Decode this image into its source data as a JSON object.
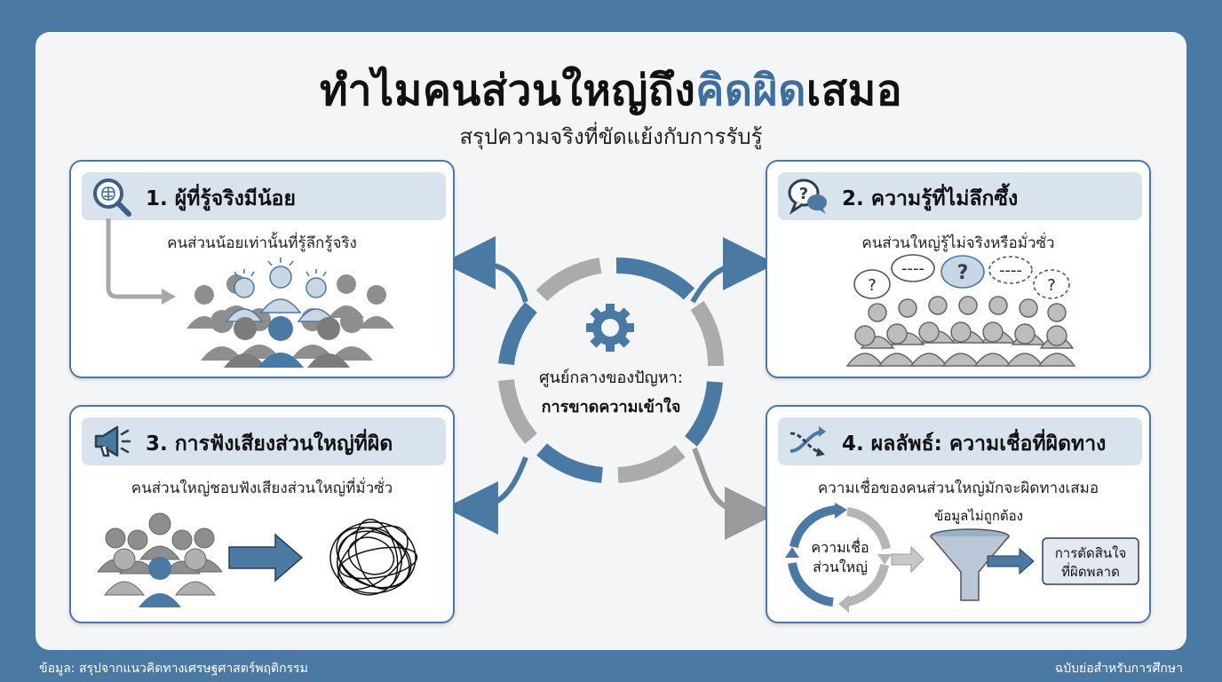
{
  "header": {
    "title_part1": "ทำไมคนส่วนใหญ่ถึง",
    "title_highlight": "คิดผิด",
    "title_part2": "เสมอ",
    "subtitle": "สรุปความจริงที่ขัดแย้งกับการรับรู้"
  },
  "center": {
    "line1": "ศูนย์กลางของปัญหา:",
    "line2": "การขาดความเข้าใจ",
    "icon": "gear-icon"
  },
  "panels": [
    {
      "title": "1. ผู้ที่รู้จริงมีน้อย",
      "desc": "คนส่วนน้อยเท่านั้นที่รู้ลึกรู้จริง",
      "icon": "magnifier-brain-icon"
    },
    {
      "title": "2. ความรู้ที่ไม่ลึกซึ้ง",
      "desc": "คนส่วนใหญ่รู้ไม่จริงหรือมั่วซั่ว",
      "icon": "question-bubble-icon"
    },
    {
      "title": "3. การฟังเสียงส่วนใหญ่ที่ผิด",
      "desc": "คนส่วนใหญ่ชอบฟังเสียงส่วนใหญ่ที่มั่วซั่ว",
      "icon": "megaphone-icon"
    },
    {
      "title": "4. ผลลัพธ์: ความเชื่อที่ผิดทาง",
      "desc": "ความเชื่อของคนส่วนใหญ่มักจะผิดทางเสมอ",
      "icon": "crossed-arrows-icon"
    }
  ],
  "panel4_diagram": {
    "cycle_line1": "ความเชื่อ",
    "cycle_line2": "ส่วนใหญ่",
    "funnel_label": "ข้อมูลไม่ถูกต้อง",
    "result_line1": "การตัดสินใจ",
    "result_line2": "ที่ผิดพลาด"
  },
  "panel2_bubbles": [
    "?",
    "----",
    "?",
    "----",
    "?"
  ],
  "footer": {
    "left": "ข้อมูล: สรุปจากแนวคิดทางเศรษฐศาสตร์พฤติกรรม",
    "right": "ฉบับย่อสำหรับการศึกษา"
  },
  "colors": {
    "background": "#4a79a3",
    "accent": "#3d6e9c",
    "panel_header": "#d9e3ee",
    "grey": "#a8a8a8"
  }
}
